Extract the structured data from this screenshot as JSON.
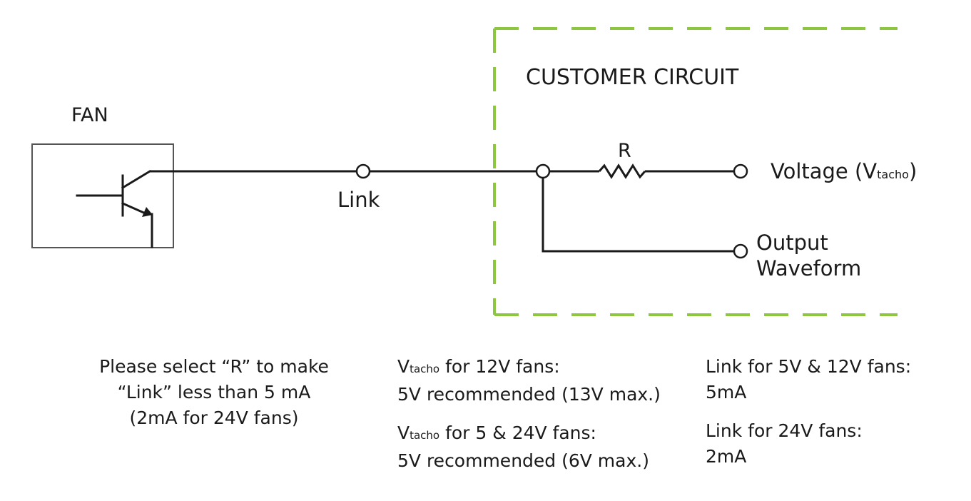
{
  "labels": {
    "fan": "FAN",
    "customer_circuit": "CUSTOMER CIRCUIT",
    "resistor": "R",
    "link": "Link",
    "voltage_prefix": "Voltage (V",
    "voltage_sub": "tacho",
    "voltage_suffix": ")",
    "output_line1": "Output",
    "output_line2": "Waveform"
  },
  "notes": {
    "left": {
      "line1": "Please select “R” to make",
      "line2": "“Link” less than 5 mA",
      "line3": "(2mA for 24V fans)"
    },
    "middle": {
      "block1": {
        "v": "V",
        "sub": "tacho",
        "rest": " for 12V fans:",
        "line2": "5V recommended (13V max.)"
      },
      "block2": {
        "v": "V",
        "sub": "tacho",
        "rest": " for 5 & 24V fans:",
        "line2": "5V recommended (6V max.)"
      }
    },
    "right": {
      "block1": {
        "line1": "Link for 5V & 12V fans:",
        "line2": "5mA"
      },
      "block2": {
        "line1": "Link for 24V fans:",
        "line2": "2mA"
      }
    }
  },
  "colors": {
    "dashed_border": "#8dc63f",
    "wire": "#1a1a1a",
    "fan_box": "#555555"
  }
}
